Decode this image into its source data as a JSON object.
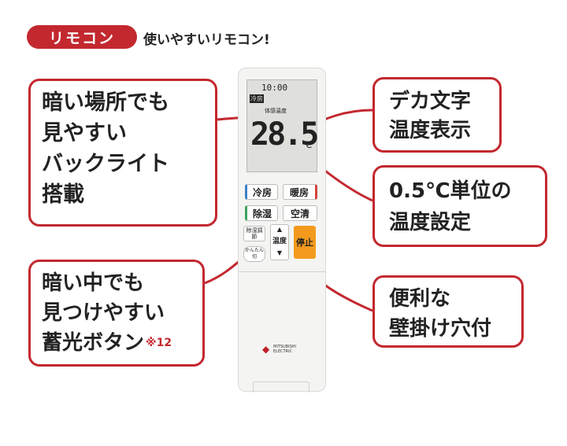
{
  "header": {
    "badge": "リモコン",
    "subtitle": "使いやすいリモコン!"
  },
  "callouts": {
    "backlight": [
      "暗い場所でも",
      "見やすい",
      "バックライト",
      "搭載"
    ],
    "big_text": [
      "デカ文字",
      "温度表示"
    ],
    "half_degree": [
      "0.5℃単位の",
      "温度設定"
    ],
    "glow_button": [
      "暗い中でも",
      "見つけやすい",
      "蓄光ボタン"
    ],
    "glow_note": "※12",
    "wall_hook": [
      "便利な",
      "壁掛け穴付"
    ]
  },
  "remote": {
    "lcd": {
      "time": "10:00",
      "mode": "冷房",
      "feel_label": "体感温度",
      "temperature": "28.5",
      "unit": "℃"
    },
    "buttons": {
      "cool": "冷房",
      "heat": "暖房",
      "dry": "除湿",
      "fan": "空清",
      "dry_adjust": "除湿調節",
      "easy": "かんたん切",
      "temp": "温度",
      "temp_up": "▲",
      "temp_down": "▼",
      "stop": "停止"
    },
    "brand": "MITSUBISHI ELECTRIC",
    "colors": {
      "cool_stripe": "#3b7fc4",
      "heat_stripe": "#d2423b",
      "dry_stripe": "#3aa35c",
      "stop_button": "#f39a1e"
    }
  },
  "colors": {
    "accent": "#c3282f"
  }
}
